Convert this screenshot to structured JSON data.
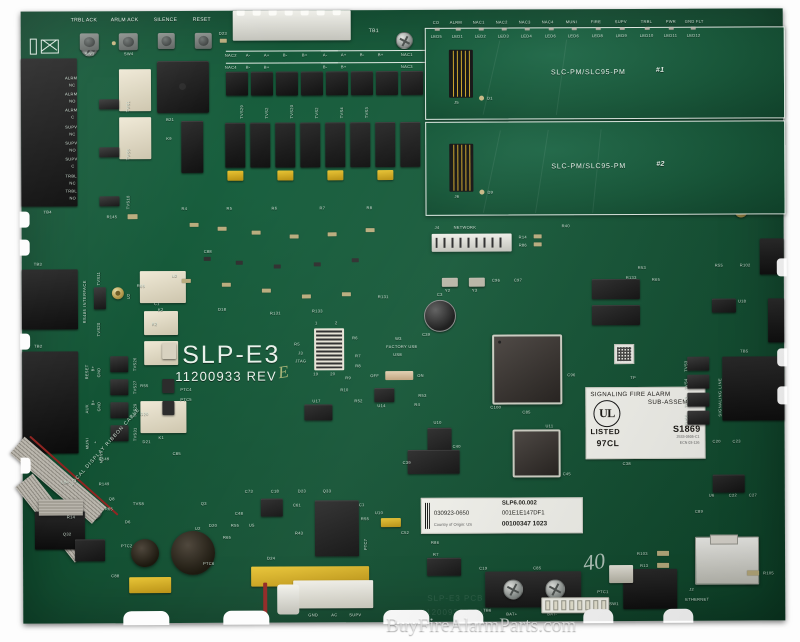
{
  "image": {
    "subject": "SLP-E3 fire alarm control panel main circuit board",
    "watermark": "BuyFireAlarmParts.com"
  },
  "board": {
    "part_name": "SLP-E3",
    "part_number": "11200933  REV",
    "rev_handwritten": "E",
    "ghost_silk_1": "SLP-E3 PCB",
    "ghost_silk_2": "11200933 REV",
    "handwritten_mark": "40"
  },
  "buttons": [
    {
      "label": "TRBL ACK",
      "ref": "SW3"
    },
    {
      "label": "ARLM ACK",
      "ref": "SW4"
    },
    {
      "label": "SILENCE",
      "ref": ""
    },
    {
      "label": "RESET",
      "ref": ""
    }
  ],
  "daughter_boards": [
    {
      "label": "SLC-PM/SLC95-PM",
      "num": "#1",
      "conn_ref": "J5",
      "diode_ref": "D1"
    },
    {
      "label": "SLC-PM/SLC95-PM",
      "num": "#2",
      "conn_ref": "J6",
      "diode_ref": "D9"
    }
  ],
  "led_bank": {
    "names": [
      "CO",
      "ALRM",
      "NAC1",
      "NAC2",
      "NAC3",
      "NAC4",
      "MUNI",
      "FIRE",
      "SUPV",
      "TRBL",
      "PWR",
      "GND FLT"
    ],
    "refs": [
      "LED5",
      "LED1",
      "LED2",
      "LED3",
      "LED4",
      "LED6",
      "LED6",
      "LED8",
      "LED9",
      "LED10",
      "LED11",
      "LED12"
    ]
  },
  "nac_terminals": {
    "left_top": "NAC2",
    "left_bottom": "NAC4",
    "right_top": "NAC1",
    "right_bottom": "NAC3",
    "top_pins": [
      "A-",
      "A+",
      "B-",
      "B+"
    ],
    "bottom_pins": [
      "B-",
      "B+"
    ],
    "block_ref": "TB1"
  },
  "relay_terminal": {
    "ref": "TB4",
    "pins": [
      "ALRM",
      "NC",
      "ALRM",
      "NO",
      "ALRM",
      "C",
      "SUPV",
      "NC",
      "SUPV",
      "NO",
      "SUPV",
      "C",
      "TRBL",
      "NC",
      "TRBL",
      "NO",
      "TRBL",
      "C"
    ]
  },
  "left_connectors": [
    {
      "ref": "TB3",
      "label": "RS485 INTERFACE"
    },
    {
      "ref": "TB2",
      "pins": [
        "RESET",
        "B+",
        "GND",
        "AUX",
        "B+",
        "GND",
        "MUNI",
        "+",
        "MUNI",
        "-"
      ]
    }
  ],
  "cable": {
    "label": "LOCAL DISPLAY RIBBON CABLE"
  },
  "network": {
    "ref": "J4",
    "label": "NETWORK"
  },
  "jtag": {
    "ref": "J3",
    "label": "JTAG",
    "pin1": "1",
    "pin2": "2",
    "pin19": "19",
    "pin20": "20"
  },
  "jumper": {
    "ref": "W3",
    "label": "FACTORY USE",
    "off": "OFF",
    "on": "ON"
  },
  "bottom_terminals": {
    "power_pins": [
      "GND",
      "AC",
      "SUPV"
    ],
    "battery_ref": "TB6",
    "battery_pins": [
      "BAT+",
      "BAT-"
    ]
  },
  "dip_switch": {
    "ref": "SW1",
    "positions": 8
  },
  "ethernet": {
    "ref": "J2",
    "label": "ETHERNET"
  },
  "slc_terminal": {
    "label": "SIGNALING LINE",
    "ref": "TB5"
  },
  "ul_label": {
    "line1": "SIGNALING  FIRE  ALARM",
    "line2": "SUB-ASSEMBLY",
    "mark": "UL",
    "listed": "LISTED",
    "category": "97CL",
    "file": "S1869",
    "small1": "2533-0505-C1",
    "small2": "ECN 03-126"
  },
  "product_label": {
    "firmware": "SLP6.00.002",
    "date_code": "030923-0650",
    "mac": "001E1E147DF1",
    "origin": "Country of Origin: US",
    "serial": "00100347   1023"
  },
  "misc_refs": {
    "ptc": [
      "PTC1",
      "PTC2",
      "PTC4",
      "PTC5",
      "PTC6",
      "PTC7"
    ],
    "tvs": [
      "TVS1",
      "TVS2",
      "TVS3",
      "TVS4",
      "TVS5",
      "TVS6",
      "TVS8",
      "TVS10",
      "TVS11",
      "TVS20",
      "TVS26",
      "TVS27",
      "TVS29",
      "TVS31"
    ],
    "ics": [
      "U2",
      "U5",
      "U6",
      "U10",
      "U11",
      "U12",
      "U13",
      "U14",
      "U17",
      "U18",
      "U19"
    ],
    "relays": [
      "K1",
      "K2",
      "K9",
      "B21"
    ],
    "diodes": [
      "D1",
      "D6",
      "D9",
      "D13",
      "D18",
      "D20",
      "D21",
      "D23",
      "D24"
    ],
    "transistors": [
      "Q3",
      "Q8",
      "Q32",
      "Q33"
    ],
    "resistors": [
      "R4",
      "R5",
      "R6",
      "R7",
      "R8",
      "R9",
      "R10",
      "R12",
      "R13",
      "R14",
      "R17",
      "R29",
      "R34",
      "R36",
      "R40",
      "R43",
      "R51",
      "R52",
      "R53",
      "R55",
      "R65",
      "R86",
      "R102",
      "R103",
      "R105",
      "R131",
      "R133",
      "R145",
      "R149"
    ],
    "caps": [
      "C1",
      "C3",
      "C18",
      "C19",
      "C20",
      "C22",
      "C23",
      "C27",
      "C28",
      "C32",
      "C38",
      "C39",
      "C40",
      "C45",
      "C48",
      "C52",
      "C61",
      "C73",
      "C84",
      "C85",
      "C88",
      "C89",
      "C96",
      "C97",
      "C100"
    ],
    "crystals": [
      "Y2",
      "Y3"
    ]
  },
  "colors": {
    "solder_mask": "#135434",
    "silkscreen": "#e8f2ea",
    "gold_pad": "#c8b783",
    "label_white": "#f4f4ee"
  }
}
